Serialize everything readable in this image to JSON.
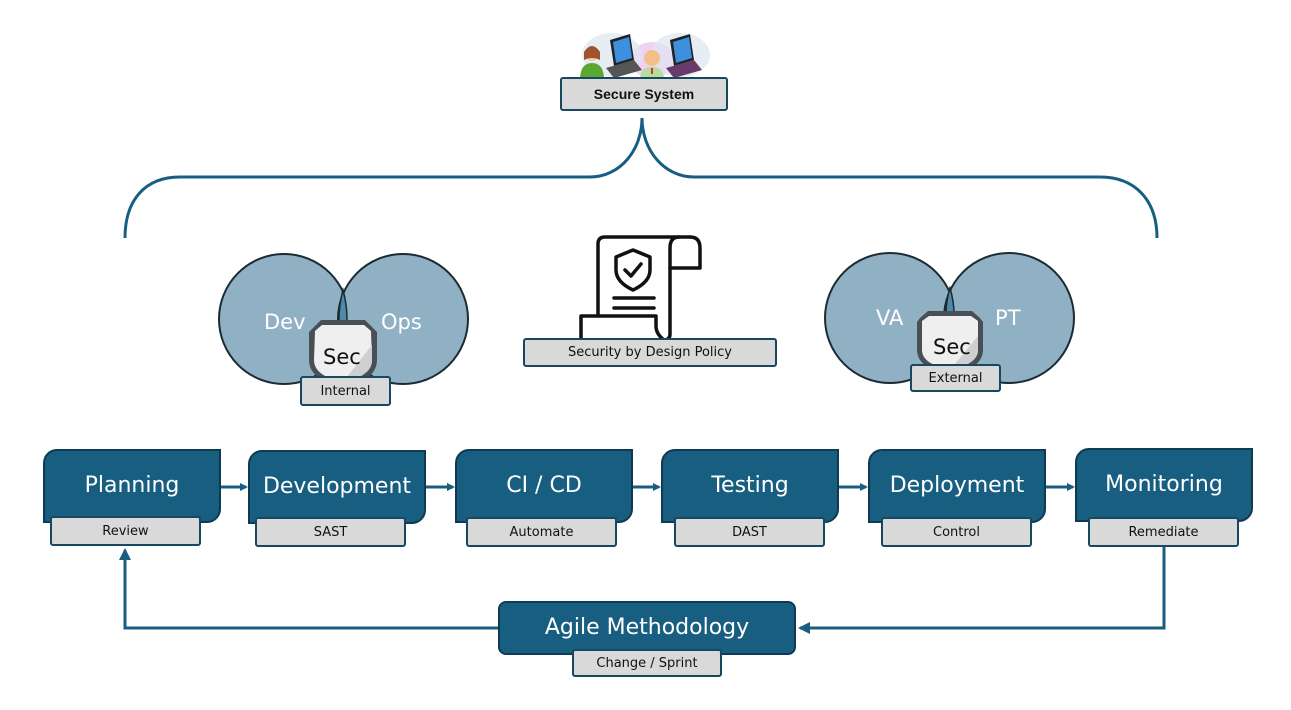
{
  "top": {
    "title": "Secure System",
    "icon": "users-with-laptops-icon"
  },
  "internal_group": {
    "left_circle": "Dev",
    "right_circle": "Ops",
    "shield": "Sec",
    "label": "Internal"
  },
  "policy": {
    "icon": "policy-scroll-shield-icon",
    "label": "Security by Design Policy"
  },
  "external_group": {
    "left_circle": "VA",
    "right_circle": "PT",
    "shield": "Sec",
    "label": "External"
  },
  "pipeline": [
    {
      "title": "Planning",
      "sub": "Review"
    },
    {
      "title": "Development",
      "sub": "SAST"
    },
    {
      "title": "CI / CD",
      "sub": "Automate"
    },
    {
      "title": "Testing",
      "sub": "DAST"
    },
    {
      "title": "Deployment",
      "sub": "Control"
    },
    {
      "title": "Monitoring",
      "sub": "Remediate"
    }
  ],
  "loop": {
    "title": "Agile Methodology",
    "sub": "Change / Sprint"
  },
  "colors": {
    "primary": "#175e80",
    "primary_border": "#0f3b52",
    "circle_fill": "#8fb1c3",
    "label_fill": "#d9d9d9"
  }
}
